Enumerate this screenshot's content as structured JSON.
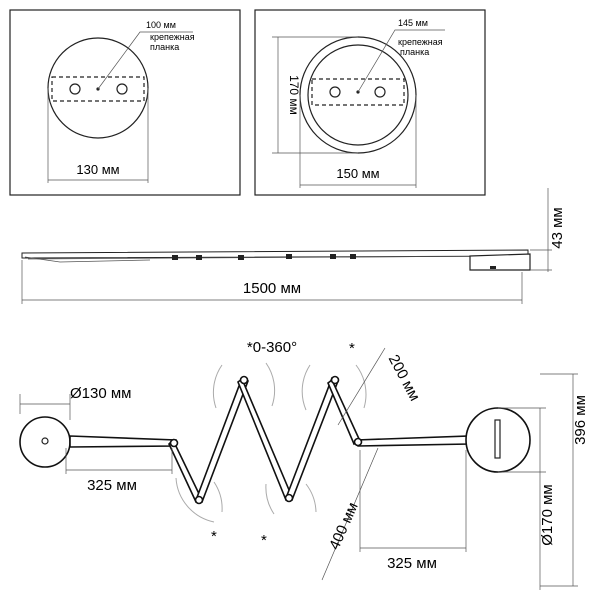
{
  "panel_left": {
    "bracket_width": "100 мм",
    "bracket_label_1": "крепежная",
    "bracket_label_2": "планка",
    "diameter": "130 мм"
  },
  "panel_right": {
    "bracket_width": "145 мм",
    "bracket_label_1": "крепежная",
    "bracket_label_2": "планка",
    "height": "170 мм",
    "width": "150 мм"
  },
  "side_view": {
    "height": "43 мм",
    "length": "1500 мм"
  },
  "top_view": {
    "rotation": "*0-360°",
    "asterisk": "*",
    "left_diameter": "Ø130 мм",
    "left_arm": "325 мм",
    "segment_short": "200 мм",
    "segment_long": "400 мм",
    "right_arm": "325 мм",
    "right_diameter": "Ø170 мм",
    "total_height": "396 мм"
  }
}
